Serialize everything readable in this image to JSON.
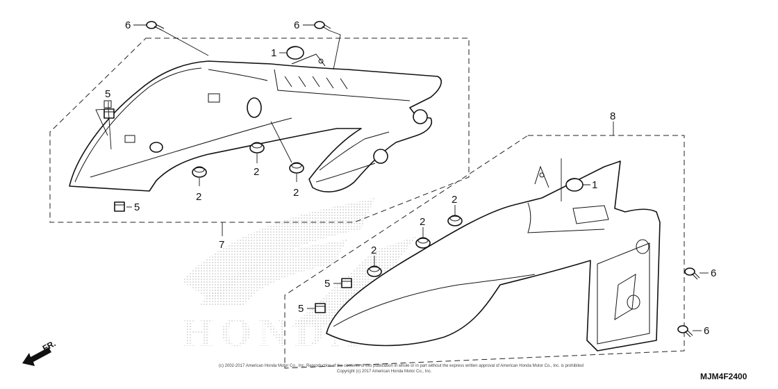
{
  "callouts": {
    "c6a": "6",
    "c6b": "6",
    "c1a": "1",
    "c5a": "5",
    "c2a": "2",
    "c2b": "2",
    "c2c": "2",
    "c5b": "5",
    "c7": "7",
    "c8": "8",
    "c1b": "1",
    "c2d": "2",
    "c2e": "2",
    "c2f": "2",
    "c5c": "5",
    "c5d": "5",
    "c6c": "6",
    "c6d": "6"
  },
  "direction_label": "FR.",
  "diagram_code": "MJM4F2400",
  "copyright_line1": "(c) 2002-2017 American Honda Motor Co., Inc. Reproduction of the contents of this publication in whole or in part without the express written approval of American Honda Motor Co., Inc. is prohibited",
  "copyright_line2": "Copyright (c) 2017 American Honda Motor Co., Inc.",
  "watermark_text": "HONDA",
  "colors": {
    "line": "#111111",
    "watermark": "#cfcfcf",
    "background": "#ffffff"
  }
}
